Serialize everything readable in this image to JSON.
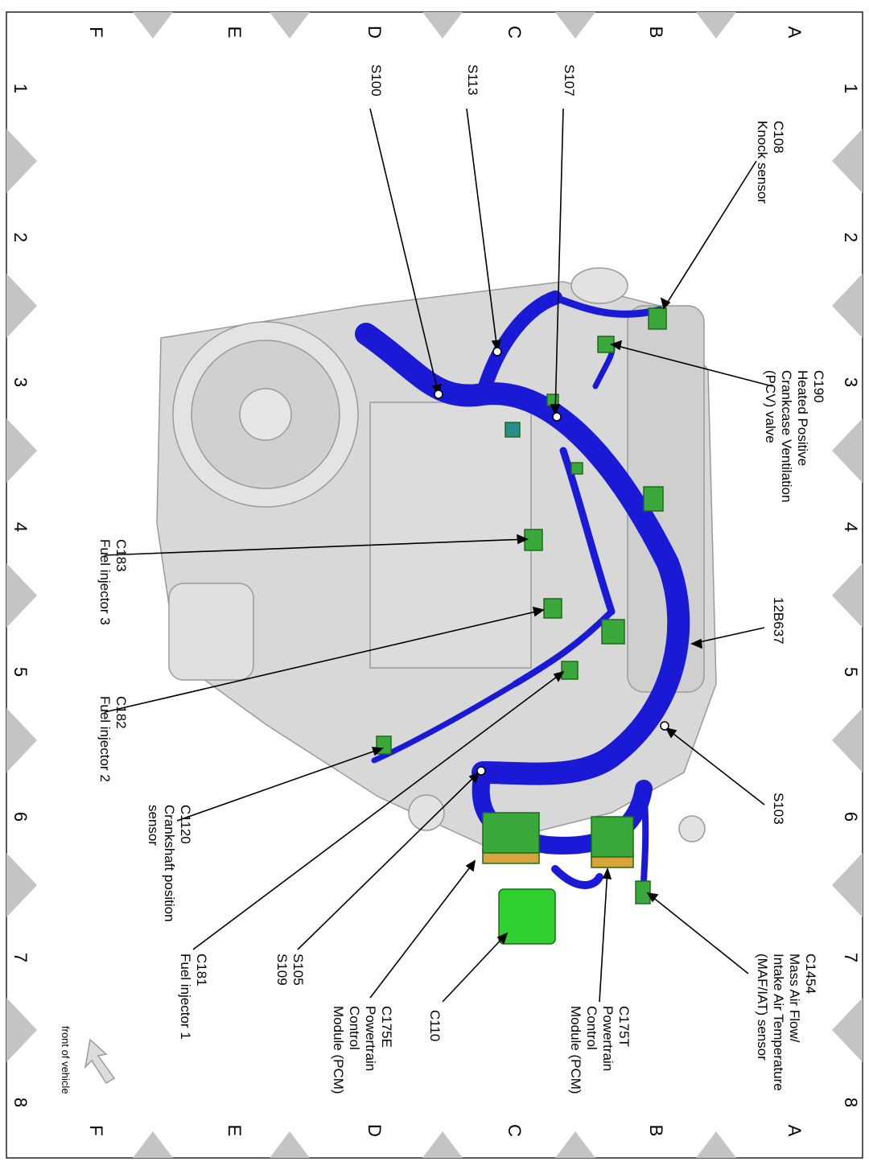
{
  "grid": {
    "rows": [
      "A",
      "B",
      "C",
      "D",
      "E",
      "F"
    ],
    "columns": [
      "1",
      "2",
      "3",
      "4",
      "5",
      "6",
      "7",
      "8"
    ]
  },
  "callouts": [
    {
      "id": "c108",
      "lines": [
        "C108",
        "Knock sensor"
      ]
    },
    {
      "id": "c190",
      "lines": [
        "C190",
        "Heated Positive",
        "Crankcase Ventilation",
        "(PCV) valve"
      ]
    },
    {
      "id": "12b637",
      "lines": [
        "12B637"
      ]
    },
    {
      "id": "s103",
      "lines": [
        "S103"
      ]
    },
    {
      "id": "c1454",
      "lines": [
        "C1454",
        "Mass Air Flow/",
        "Intake Air Temperature",
        "(MAF/IAT) sensor"
      ]
    },
    {
      "id": "c175t",
      "lines": [
        "C175T",
        "Powertrain",
        "Control",
        "Module (PCM)"
      ]
    },
    {
      "id": "c110",
      "lines": [
        "C110"
      ]
    },
    {
      "id": "c175e",
      "lines": [
        "C175E",
        "Powertrain",
        "Control",
        "Module (PCM)"
      ]
    },
    {
      "id": "s105",
      "lines": [
        "S105",
        "S109"
      ]
    },
    {
      "id": "c181",
      "lines": [
        "C181",
        "Fuel injector 1"
      ]
    },
    {
      "id": "c1120",
      "lines": [
        "C1120",
        "Crankshaft position",
        "sensor"
      ]
    },
    {
      "id": "c182",
      "lines": [
        "C182",
        "Fuel injector 2"
      ]
    },
    {
      "id": "c183",
      "lines": [
        "C183",
        "Fuel injector 3"
      ]
    },
    {
      "id": "s100",
      "lines": [
        "S100"
      ]
    },
    {
      "id": "s113",
      "lines": [
        "S113"
      ]
    },
    {
      "id": "s107",
      "lines": [
        "S107"
      ]
    }
  ],
  "orientation_note": "front of vehicle",
  "colors": {
    "harness": "#1a1ad6",
    "connector": "#3aa83a",
    "pcm_connector_base": "#d9a43a",
    "engine": "#d8d8d8",
    "grid_marker": "#c4c4c4"
  }
}
